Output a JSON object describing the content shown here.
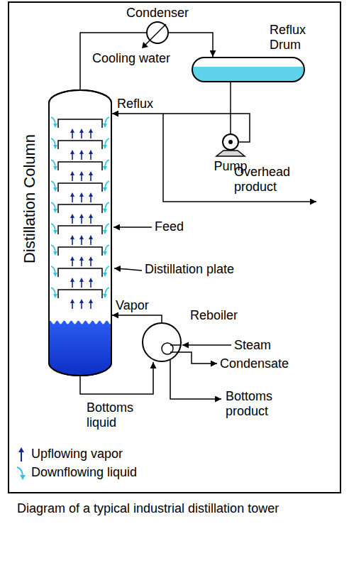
{
  "diagram": {
    "caption": "Diagram of a typical industrial distillation tower",
    "nodes": [
      {
        "text": [
          "Distillation Column"
        ]
      },
      {
        "text": [
          "Condenser"
        ]
      },
      {
        "text": [
          "Reflux Drum"
        ]
      },
      {
        "text": [
          "Pump"
        ]
      },
      {
        "text": [
          "Reboiler"
        ]
      }
    ],
    "edges": [
      {
        "from": 0,
        "to": 1,
        "arrow": "none"
      },
      {
        "from": 1,
        "to": 2,
        "arrow": "to"
      },
      {
        "from": 2,
        "to": 3,
        "arrow": "none"
      },
      {
        "from": 3,
        "to": 0,
        "arrow": "to",
        "label": "Reflux"
      },
      {
        "from": 0,
        "to": 4,
        "arrow": "to",
        "label": "Bottoms liquid"
      },
      {
        "from": 4,
        "to": 0,
        "arrow": "to",
        "label": "Vapor"
      }
    ],
    "labels": [
      "Cooling water",
      "Overhead product",
      "Feed",
      "Distillation plate",
      "Steam",
      "Condensate",
      "Bottoms product"
    ],
    "legend": [
      {
        "text": "Upflowing vapor"
      },
      {
        "text": "Downflowing liquid"
      }
    ]
  }
}
